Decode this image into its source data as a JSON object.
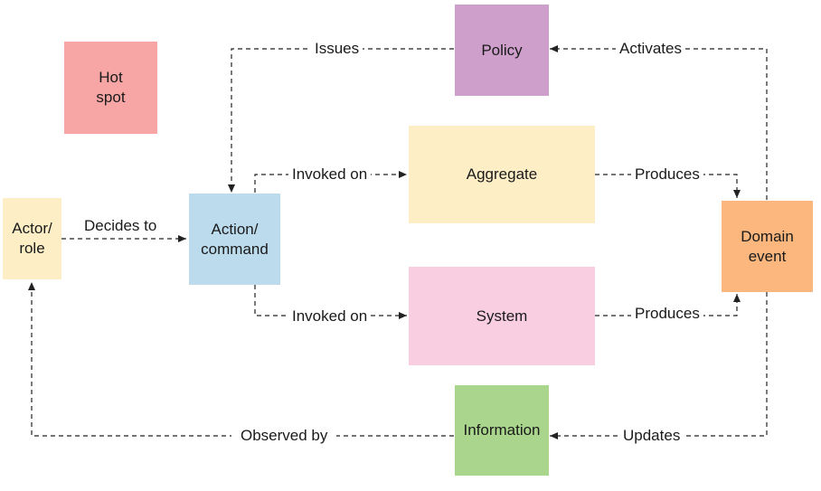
{
  "notes": {
    "hotspot": {
      "label": "Hot\nspot",
      "color": "#f7a6a5"
    },
    "policy": {
      "label": "Policy",
      "color": "#cf9fcc"
    },
    "actor": {
      "label": "Actor/\nrole",
      "color": "#fdeec5"
    },
    "command": {
      "label": "Action/\ncommand",
      "color": "#bcdcee"
    },
    "aggregate": {
      "label": "Aggregate",
      "color": "#fdeec5"
    },
    "system": {
      "label": "System",
      "color": "#f9cee0"
    },
    "event": {
      "label": "Domain\nevent",
      "color": "#fbb77e"
    },
    "information": {
      "label": "Information",
      "color": "#a9d68c"
    }
  },
  "edges": {
    "issues": "Issues",
    "activates": "Activates",
    "decides_to": "Decides to",
    "invoked_on_aggregate": "Invoked on",
    "invoked_on_system": "Invoked on",
    "produces_aggregate": "Produces",
    "produces_system": "Produces",
    "updates": "Updates",
    "observed_by": "Observed by"
  },
  "line_color": "#222222"
}
